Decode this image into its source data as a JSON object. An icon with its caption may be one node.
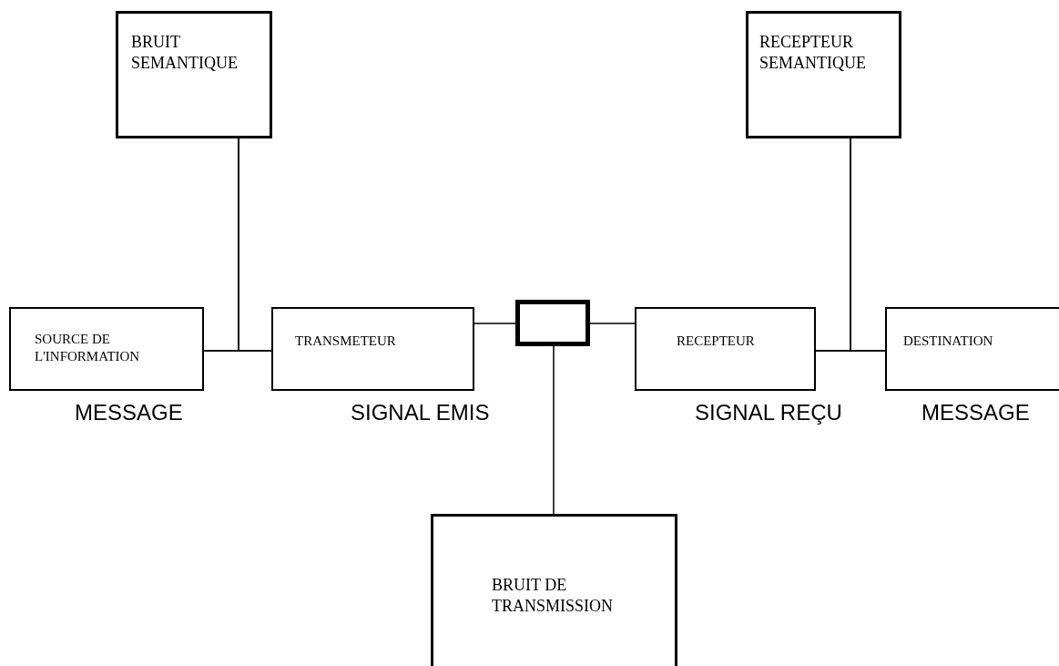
{
  "diagram": {
    "nodes": [
      {
        "text": [
          "BRUIT SEMANTIQUE"
        ]
      },
      {
        "text": [
          "RECEPTEUR SEMANTIQUE"
        ]
      },
      {
        "text": [
          "SOURCE DE L'INFORMATION"
        ]
      },
      {
        "text": [
          "TRANSMETEUR"
        ]
      },
      {
        "text": [],
        "shape": "box"
      },
      {
        "text": [
          "RECEPTEUR"
        ]
      },
      {
        "text": [
          "DESTINATION"
        ]
      },
      {
        "text": [
          "BRUIT DE TRANSMISSION"
        ]
      }
    ],
    "edges": [
      {
        "from": 2,
        "to": 3,
        "arrow": "none"
      },
      {
        "from": 0,
        "to": 2,
        "arrow": "none"
      },
      {
        "from": 0,
        "to": 3,
        "arrow": "none"
      },
      {
        "from": 3,
        "to": 4,
        "arrow": "none"
      },
      {
        "from": 4,
        "to": 5,
        "arrow": "none"
      },
      {
        "from": 5,
        "to": 6,
        "arrow": "none"
      },
      {
        "from": 1,
        "to": 5,
        "arrow": "none"
      },
      {
        "from": 1,
        "to": 6,
        "arrow": "none"
      },
      {
        "from": 4,
        "to": 7,
        "arrow": "none"
      }
    ],
    "labels": [
      "MESSAGE",
      "SIGNAL EMIS",
      "SIGNAL REÇU",
      "MESSAGE"
    ]
  }
}
